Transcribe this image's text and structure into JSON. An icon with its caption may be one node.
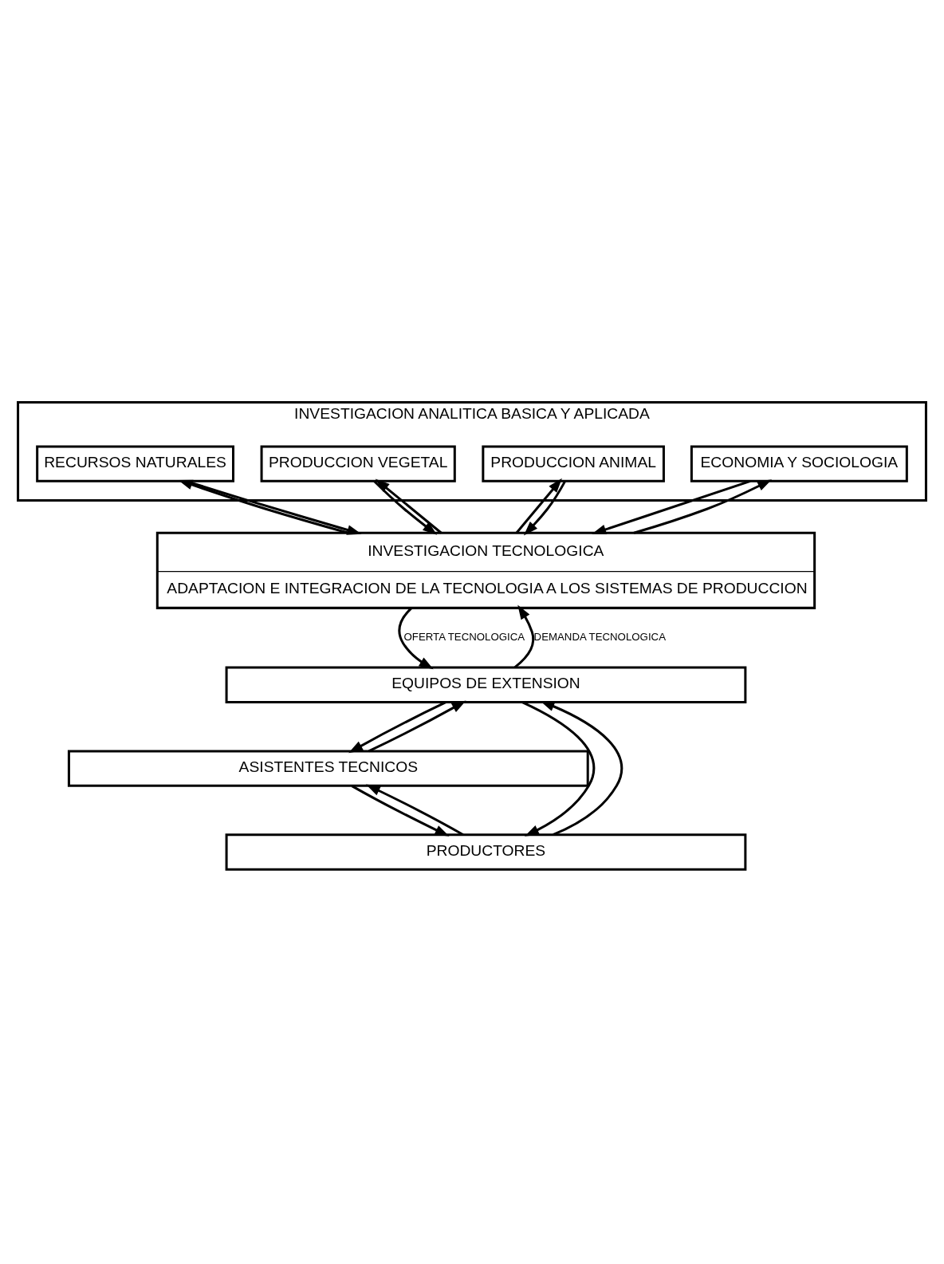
{
  "diagram": {
    "nodes": [
      {
        "text": [
          "INVESTIGACION ANALITICA BASICA Y APLICADA"
        ]
      },
      {
        "text": [
          "RECURSOS NATURALES"
        ],
        "in": 0
      },
      {
        "text": [
          "PRODUCCION VEGETAL"
        ],
        "in": 0
      },
      {
        "text": [
          "PRODUCCION ANIMAL"
        ],
        "in": 0
      },
      {
        "text": [
          "ECONOMIA Y SOCIOLOGIA"
        ],
        "in": 0
      },
      {
        "text": [
          "INVESTIGACION TECNOLOGICA",
          "ADAPTACION E INTEGRACION DE LA TECNOLOGIA A LOS SISTEMAS DE PRODUCCION"
        ]
      },
      {
        "text": [
          "EQUIPOS DE EXTENSION"
        ]
      },
      {
        "text": [
          "ASISTENTES TECNICOS"
        ]
      },
      {
        "text": [
          "PRODUCTORES"
        ]
      }
    ],
    "edges": [
      {
        "from": 1,
        "to": 5,
        "arrow": "to"
      },
      {
        "from": 5,
        "to": 1,
        "arrow": "to"
      },
      {
        "from": 5,
        "to": 2,
        "arrow": "to"
      },
      {
        "from": 2,
        "to": 5,
        "arrow": "to"
      },
      {
        "from": 5,
        "to": 3,
        "arrow": "to"
      },
      {
        "from": 3,
        "to": 5,
        "arrow": "to"
      },
      {
        "from": 5,
        "to": 4,
        "arrow": "to"
      },
      {
        "from": 4,
        "to": 5,
        "arrow": "to"
      },
      {
        "from": 6,
        "to": 5,
        "arrow": "to",
        "label": "DEMANDA TECNOLOGICA"
      },
      {
        "from": 5,
        "to": 6,
        "arrow": "to",
        "label": "OFERTA TECNOLOGICA"
      },
      {
        "from": 7,
        "to": 6,
        "arrow": "to"
      },
      {
        "from": 6,
        "to": 7,
        "arrow": "to"
      },
      {
        "from": 8,
        "to": 7,
        "arrow": "to"
      },
      {
        "from": 7,
        "to": 8,
        "arrow": "to"
      },
      {
        "from": 6,
        "to": 8,
        "arrow": "to"
      },
      {
        "from": 8,
        "to": 6,
        "arrow": "to"
      }
    ]
  }
}
